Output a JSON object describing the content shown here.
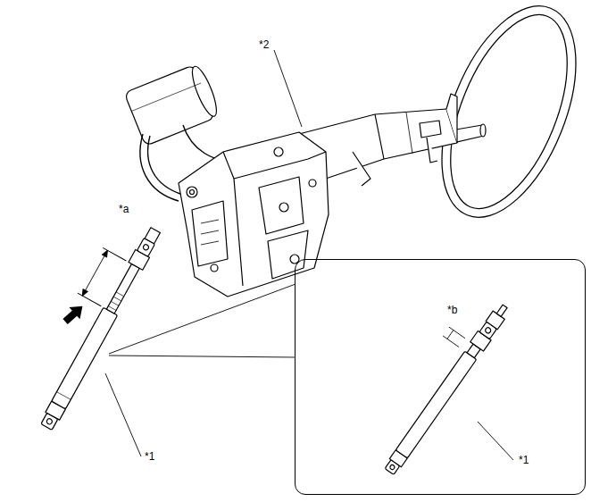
{
  "diagram": {
    "nodes": [
      {
        "text": [
          "*b",
          "*1"
        ]
      }
    ],
    "labels": [
      "*2",
      "*a",
      "*1"
    ]
  }
}
